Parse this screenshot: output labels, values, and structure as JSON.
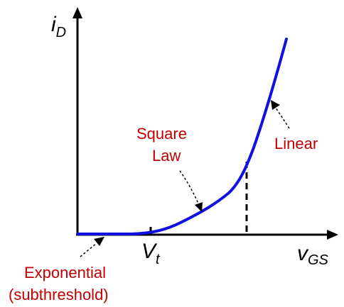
{
  "labels": {
    "y_axis_main": "i",
    "y_axis_sub": "D",
    "x_axis_main": "v",
    "x_axis_sub": "GS",
    "threshold_main": "V",
    "threshold_sub": "t"
  },
  "annotations": {
    "square_law_line1": "Square",
    "square_law_line2": "Law",
    "linear": "Linear",
    "exponential_line1": "Exponential",
    "exponential_line2": "(subthreshold)"
  },
  "colors": {
    "curve": "#1010e0",
    "annotation": "#c00000",
    "axis": "#000000"
  }
}
